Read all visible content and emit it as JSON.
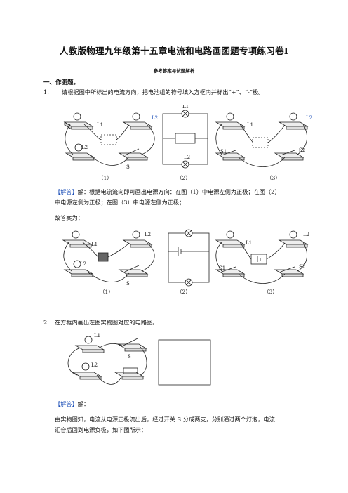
{
  "header": {
    "title": "人教版物理九年级第十五章电流和电路画图题专项练习卷Ⅰ",
    "subtitle": "参考答案与试题解析"
  },
  "section1": {
    "heading": "一、作图题。"
  },
  "q1": {
    "number": "1.",
    "text": "请根据图中所标出的电流方向，把电池组的符号填入方框内并标出“+”、“-”极。",
    "fig_labels": [
      "（1）",
      "（2）",
      "（3）"
    ],
    "component_labels": {
      "L1": "L1",
      "L2": "L2",
      "S": "S",
      "S1": "S1",
      "S2": "S2"
    },
    "answer_tag": "【解答】",
    "answer_line1": "解：根据电流流向即可画出电源方向：在图（1）中电源左侧为正极；在图（2）",
    "answer_line2": "中电源左侧为正极；在图（3）中电源左侧为正极；",
    "conclusion": "故答案为："
  },
  "q2": {
    "number": "2.",
    "text": "在方框内画出左图实物图对应的电路图。",
    "answer_tag": "【解答】",
    "answer_after_tag": "解：",
    "explanation_line1": "由实物图知，电流从电源正极流出后，经过开关 S 分成两支，分别通过两个灯泡，电流",
    "explanation_line2": "汇合后回到电源负极，如下图所示："
  },
  "colors": {
    "accent": "#1c4fb8",
    "text": "#111111"
  }
}
